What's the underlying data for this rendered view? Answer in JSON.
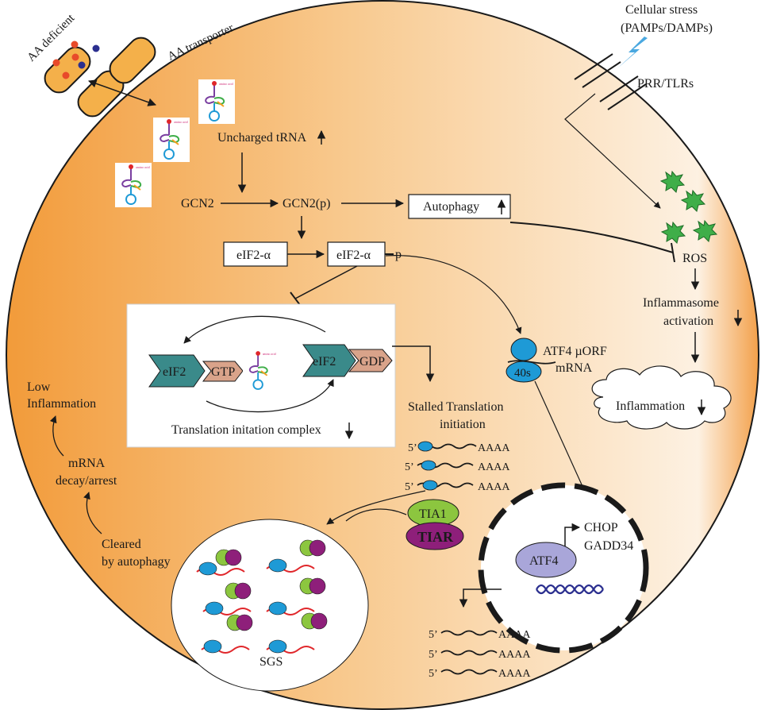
{
  "labels": {
    "aa_deficient": "AA deficient",
    "aa_transporter": "AA transporter",
    "cellular_stress_1": "Cellular stress",
    "cellular_stress_2": "(PAMPs/DAMPs)",
    "prr_tlrs": "PRR/TLRs",
    "uncharged_trna": "Uncharged tRNA",
    "gcn2": "GCN2",
    "gcn2p": "GCN2(p)",
    "autophagy": "Autophagy",
    "eif2a": "eIF2-α",
    "eif2ap": "eIF2-α",
    "phospho": "p",
    "ros": "ROS",
    "inflammasome_1": "Inflammasome",
    "inflammasome_2": "activation",
    "inflammation": "Inflammation",
    "eif2": "eIF2",
    "gtp": "GTP",
    "gdp": "GDP",
    "translation_complex": "Translation initation complex",
    "ribosome_40s": "40s",
    "atf4_uorf_1": "ATF4 µORF",
    "atf4_uorf_2": "mRNA",
    "stalled_1": "Stalled Translation",
    "stalled_2": "initiation",
    "five_prime": "5’",
    "poly_a": "AAAA",
    "tia1": "TIA1",
    "tiar": "TIAR",
    "low_inflammation_1": "Low",
    "low_inflammation_2": "Inflammation",
    "mrna_decay_1": "mRNA",
    "mrna_decay_2": "decay/arrest",
    "cleared_1": "Cleared",
    "cleared_2": "by autophagy",
    "sgs": "SGS",
    "atf4": "ATF4",
    "chop": "CHOP",
    "gadd34": "GADD34"
  },
  "colors": {
    "cell_dark": "#f29b3a",
    "cell_light": "#fdf1e2",
    "transporter": "#f4b04a",
    "ros": "#3fae49",
    "ribosome": "#1e9ad6",
    "eif2": "#3a8a8a",
    "gtp": "#d9a38a",
    "tia1": "#8cc63f",
    "tiar": "#8e1f7a",
    "atf4": "#a9a6d9",
    "dna": "#2b2f8f",
    "mrna_red": "#e0262a"
  }
}
